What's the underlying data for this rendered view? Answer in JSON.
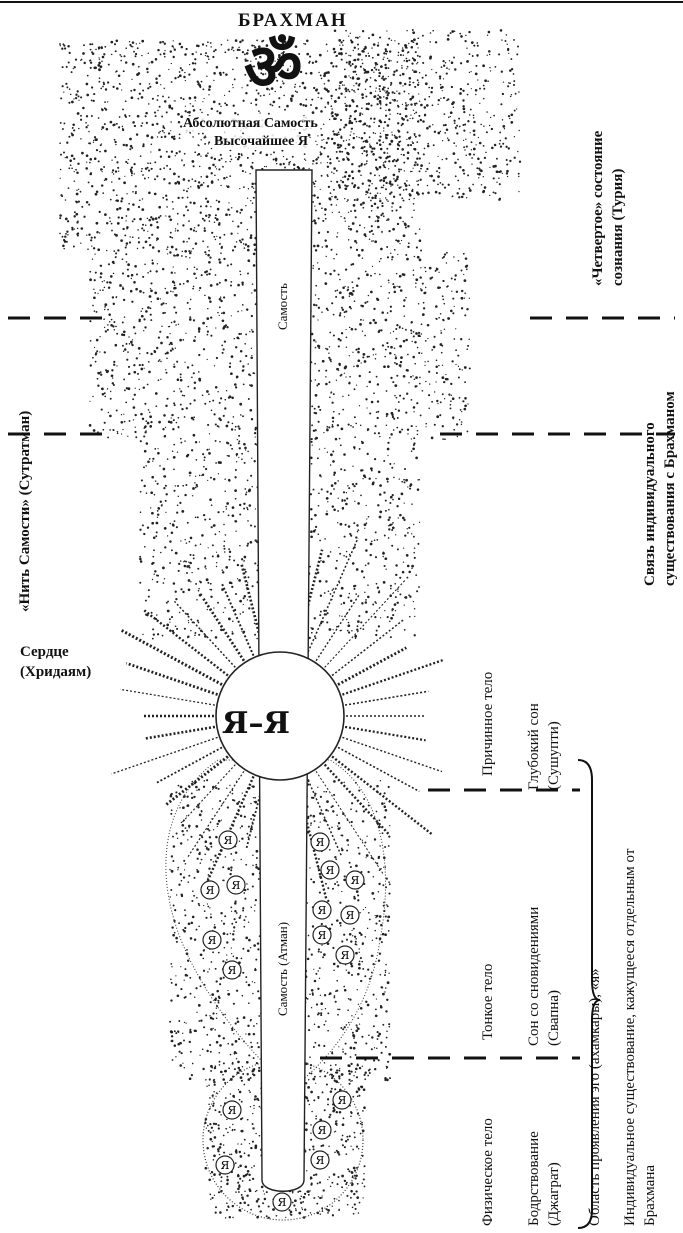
{
  "diagram": {
    "title": "БРАХМАН",
    "om_symbol": "ॐ",
    "top_caption_line1": "Абсолютная Самость",
    "top_caption_line2": "Высочайшее Я",
    "upper_column_label": "Самость",
    "lower_column_label": "Самость (Атман)",
    "heart_label": "Сердце\n(Хридаям)",
    "heart_center": "Я–Я",
    "left_label_thread": "«Нить Самости» (Сутратман)",
    "fourth_state": "«Четвертое» состояние\nсознания (Турия)",
    "link_label": "Связь индивидуального\nсуществования с Брахманом",
    "causal_body": "Причинное тело",
    "deep_sleep": "Глубокий сон\n(Сушупти)",
    "subtle_body": "Тонкое тело",
    "dream_sleep": "Сон со сновидениями\n(Свапна)",
    "physical_body": "Физическое тело",
    "waking": "Бодрствование\n(Джаграт)",
    "ego_region": "Область проявления эго (ахамкары), «я»",
    "individual_existence": "Индивидуальное существование, кажущееся отдельным от\nБрахмана",
    "dot_glyph": "Я"
  }
}
